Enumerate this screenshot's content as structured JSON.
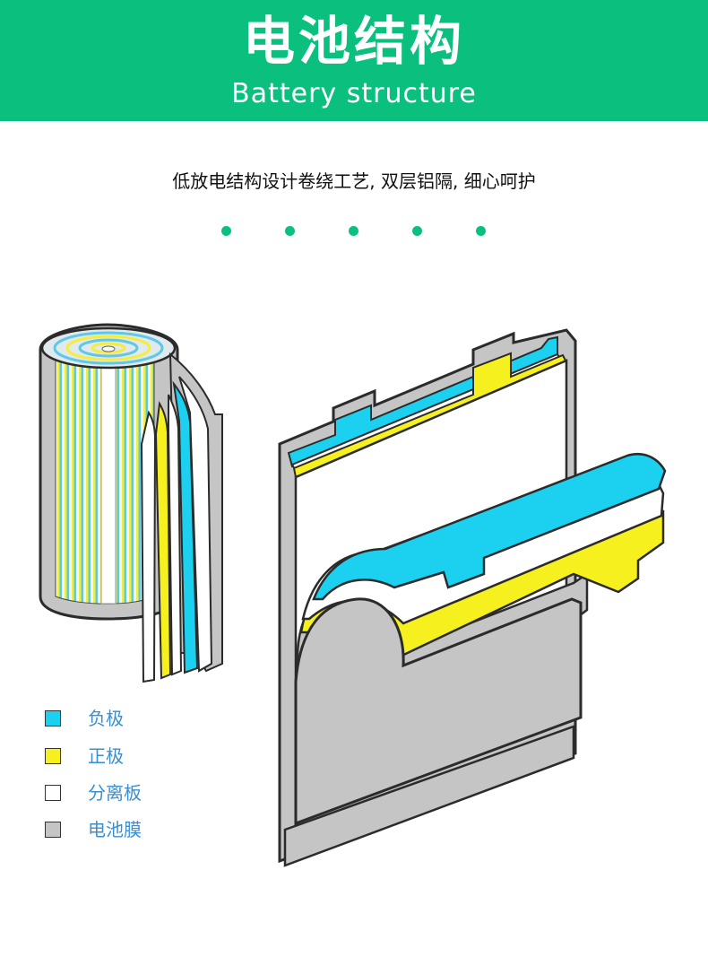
{
  "header": {
    "title": "电池结构",
    "subtitle": "Battery structure"
  },
  "tagline": "低放电结构设计卷绕工艺, 双层铝隔, 细心呵护",
  "colors": {
    "accent": "#0bc07f",
    "negative": "#1cd0f0",
    "positive": "#f7f01f",
    "separator": "#ffffff",
    "pouch": "#c5c5c5"
  },
  "legend": [
    {
      "label": "负极",
      "swatch": "negative"
    },
    {
      "label": "正极",
      "swatch": "positive"
    },
    {
      "label": "分离板",
      "swatch": "separator"
    },
    {
      "label": "电池膜",
      "swatch": "pouch"
    }
  ]
}
